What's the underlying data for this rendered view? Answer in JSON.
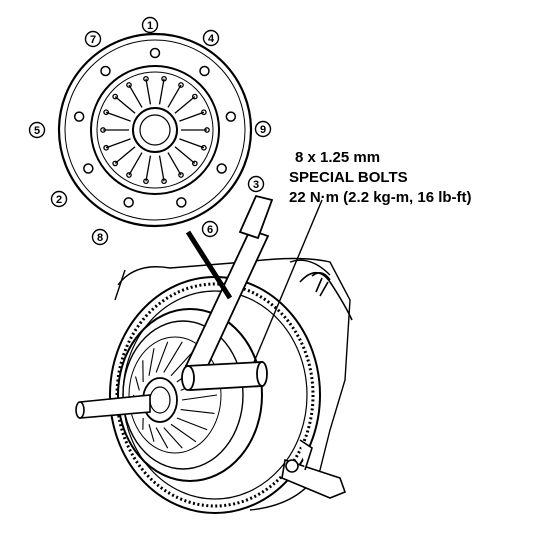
{
  "callout": {
    "line1": "8 x 1.25 mm",
    "line2": "SPECIAL BOLTS",
    "line3": "22 N·m (2.2 kg-m, 16 lb-ft)"
  },
  "bolt_sequence": [
    {
      "n": "1"
    },
    {
      "n": "2"
    },
    {
      "n": "3"
    },
    {
      "n": "4"
    },
    {
      "n": "5"
    },
    {
      "n": "6"
    },
    {
      "n": "7"
    },
    {
      "n": "8"
    },
    {
      "n": "9"
    }
  ]
}
